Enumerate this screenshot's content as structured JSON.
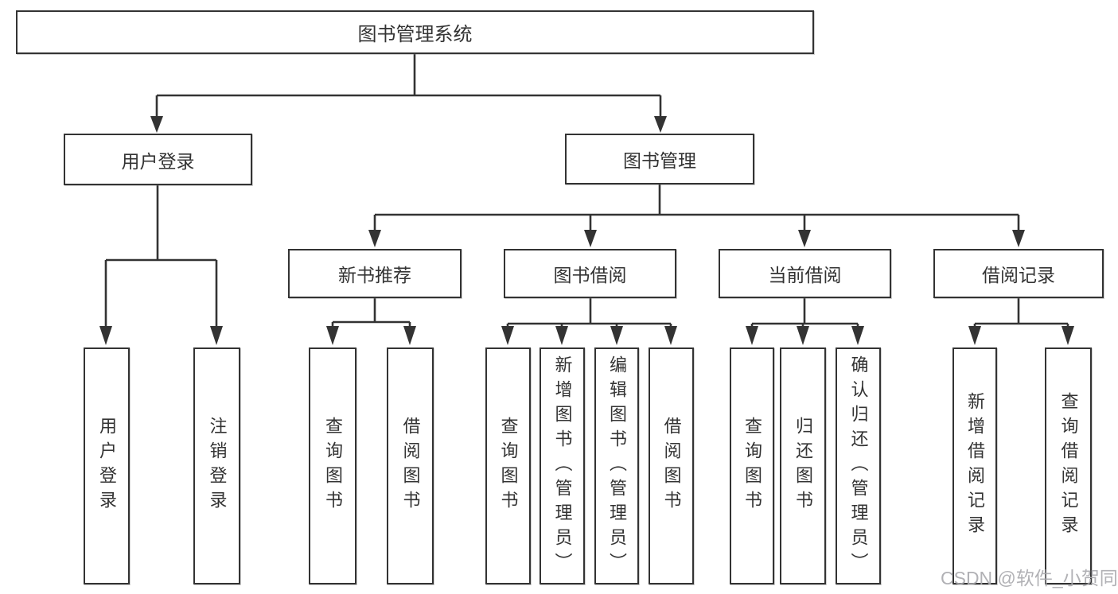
{
  "diagram": {
    "title": "图书管理系统",
    "root": {
      "label": "图书管理系统"
    },
    "level2": [
      {
        "label": "用户登录"
      },
      {
        "label": "图书管理"
      }
    ],
    "level3": [
      {
        "label": "新书推荐"
      },
      {
        "label": "图书借阅"
      },
      {
        "label": "当前借阅"
      },
      {
        "label": "借阅记录"
      }
    ],
    "leaves": [
      {
        "label": "用户登录",
        "parent": "用户登录"
      },
      {
        "label": "注销登录",
        "parent": "用户登录"
      },
      {
        "label": "查询图书",
        "parent": "新书推荐"
      },
      {
        "label": "借阅图书",
        "parent": "新书推荐"
      },
      {
        "label": "查询图书",
        "parent": "图书借阅"
      },
      {
        "label": "新增图书（管理员）",
        "parent": "图书借阅"
      },
      {
        "label": "编辑图书（管理员）",
        "parent": "图书借阅"
      },
      {
        "label": "借阅图书",
        "parent": "图书借阅"
      },
      {
        "label": "查询图书",
        "parent": "当前借阅"
      },
      {
        "label": "归还图书",
        "parent": "当前借阅"
      },
      {
        "label": "确认归还（管理员）",
        "parent": "当前借阅"
      },
      {
        "label": "新增借阅记录",
        "parent": "借阅记录"
      },
      {
        "label": "查询借阅记录",
        "parent": "借阅记录"
      }
    ],
    "watermark": "CSDN @软件_小贺同学",
    "colors": {
      "line": "#333333",
      "text": "#333333",
      "box_background": "#ffffff",
      "watermark": "#a9a9ad",
      "background": "#ffffff"
    }
  }
}
